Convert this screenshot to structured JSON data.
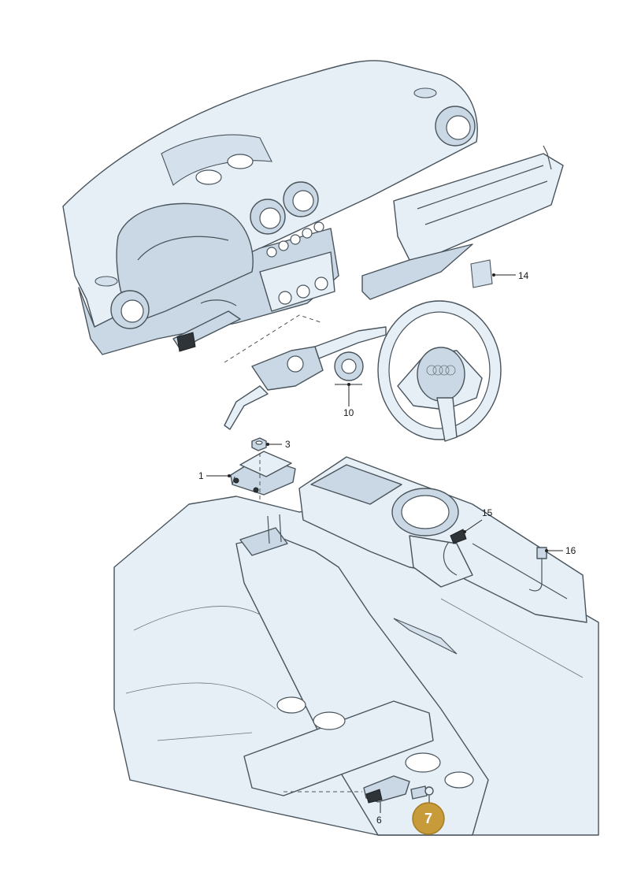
{
  "callouts": [
    {
      "id": "part-1",
      "text": "1"
    },
    {
      "id": "part-3",
      "text": "3"
    },
    {
      "id": "part-6",
      "text": "6"
    },
    {
      "id": "part-7",
      "text": "7",
      "highlighted": true
    },
    {
      "id": "part-10",
      "text": "10"
    },
    {
      "id": "part-14",
      "text": "14"
    },
    {
      "id": "part-15",
      "text": "15"
    },
    {
      "id": "part-16",
      "text": "16"
    }
  ],
  "colors": {
    "part_fill": "#e6eff6",
    "outline": "#4a545c",
    "highlight_badge": "#c79a3a"
  }
}
